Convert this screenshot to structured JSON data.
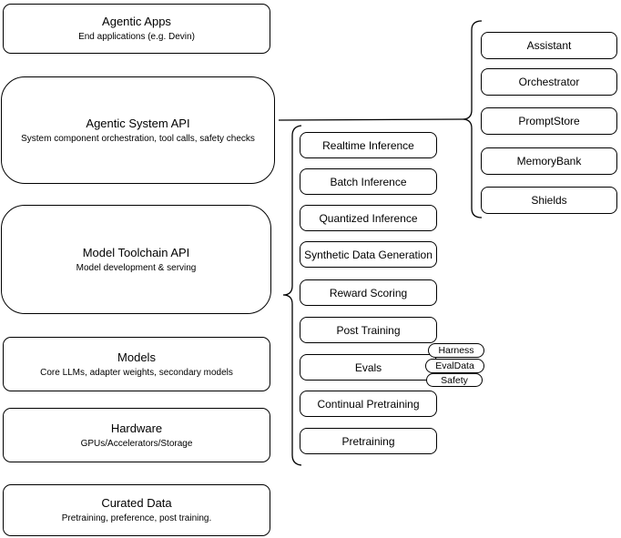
{
  "diagram": {
    "stack": [
      {
        "title": "Agentic Apps",
        "subtitle": "End applications (e.g. Devin)"
      },
      {
        "title": "Agentic System API",
        "subtitle": "System component orchestration, tool calls, safety checks"
      },
      {
        "title": "Model Toolchain API",
        "subtitle": "Model development & serving"
      },
      {
        "title": "Models",
        "subtitle": "Core LLMs, adapter weights, secondary models"
      },
      {
        "title": "Hardware",
        "subtitle": "GPUs/Accelerators/Storage"
      },
      {
        "title": "Curated Data",
        "subtitle": "Pretraining, preference, post training."
      }
    ],
    "toolchain": {
      "components": [
        "Realtime Inference",
        "Batch Inference",
        "Quantized Inference",
        "Synthetic Data Generation",
        "Reward Scoring",
        "Post Training",
        "Evals",
        "Continual Pretraining",
        "Pretraining"
      ],
      "eval_tags": [
        "Harness",
        "EvalData",
        "Safety"
      ]
    },
    "system": {
      "components": [
        "Assistant",
        "Orchestrator",
        "PromptStore",
        "MemoryBank",
        "Shields"
      ]
    }
  },
  "colors": {
    "stroke": "#000000",
    "background": "#ffffff"
  }
}
